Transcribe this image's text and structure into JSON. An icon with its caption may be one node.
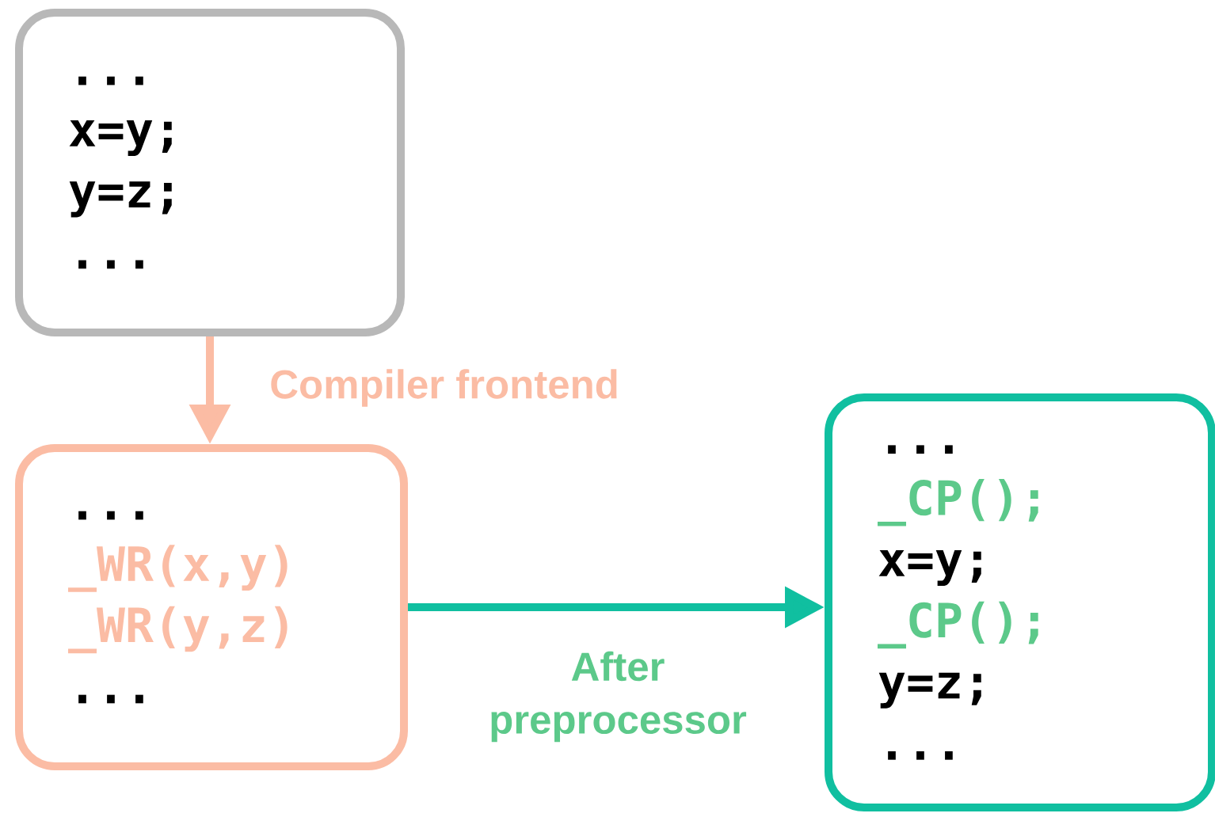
{
  "diagram": {
    "nodes": [
      {
        "text": [
          "...",
          "x=y;",
          "y=z;",
          "..."
        ]
      },
      {
        "text": [
          "...",
          "_WR(x,y)",
          "_WR(y,z)",
          "..."
        ]
      },
      {
        "text": [
          "...",
          "_CP();",
          "x=y;",
          "_CP();",
          "y=z;",
          "..."
        ]
      }
    ],
    "edges": [
      {
        "from": 0,
        "to": 1,
        "arrow": "to",
        "label": "Compiler frontend",
        "color": "#fbbca4"
      },
      {
        "from": 1,
        "to": 2,
        "arrow": "to",
        "label": "After preprocessor",
        "color": "#10bfa0"
      }
    ]
  }
}
